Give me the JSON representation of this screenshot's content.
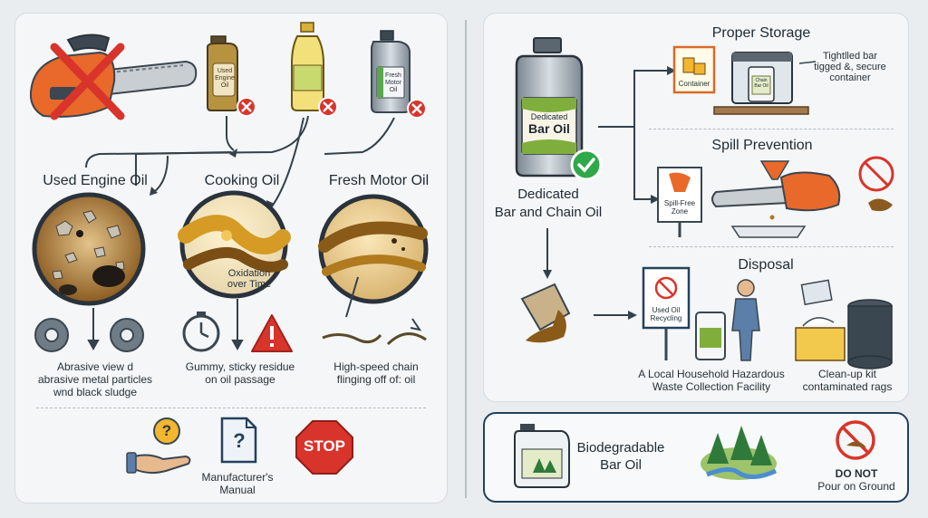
{
  "left": {
    "columns": [
      {
        "title": "Used Engine Oil",
        "caption_lines": [
          "Abrasive view d",
          "abrasive metal particles",
          "wnd black sludge"
        ],
        "bottle_label_lines": [
          "Used",
          "Engine",
          "Oil"
        ]
      },
      {
        "title": "Cooking Oil",
        "inset_lines": [
          "Oxidation",
          "over Time"
        ],
        "caption_lines": [
          "Gummy, sticky residue",
          "on oil passage"
        ]
      },
      {
        "title": "Fresh Motor Oil",
        "caption_lines": [
          "High-speed chain",
          "flinging off of: oil"
        ],
        "bottle_label_lines": [
          "Fresh",
          "Motor",
          "Oil"
        ]
      }
    ],
    "manual_label_lines": [
      "Manufacturer's",
      "Manual"
    ],
    "stop_sign": "STOP",
    "question_mark": "?"
  },
  "right": {
    "dedicated": {
      "label_lines": [
        "Dedicated",
        "Bar and Chain Oil"
      ],
      "bottle_label_lines": [
        "Dedicated",
        "Bar Oil"
      ]
    },
    "storage": {
      "title": "Proper Storage",
      "container_label": "Container",
      "note_lines": [
        "Tightlled bar",
        "tigged &, secure",
        "container"
      ],
      "jar_label_lines": [
        "Chain",
        "Bar Oil"
      ]
    },
    "spill": {
      "title": "Spill Prevention",
      "sign_lines": [
        "Spill-Free",
        "Zone"
      ]
    },
    "disposal": {
      "title": "Disposal",
      "sign_lines": [
        "Used Oil",
        "Recycling"
      ],
      "facility_lines": [
        "A Local Household Hazardous",
        "Waste Collection Facility"
      ],
      "cleanup_lines": [
        "Clean-up kit",
        "contaminated rags"
      ]
    },
    "bio": {
      "label_lines": [
        "Biodegradable",
        "Bar Oil"
      ],
      "warning_lines": [
        "DO NOT",
        "Pour on Ground"
      ]
    }
  },
  "colors": {
    "accent_orange": "#e8692a",
    "green_check": "#2fa84a",
    "red_x": "#d9342b",
    "oil_amber": "#b07a1f",
    "navy_border": "#24415c"
  }
}
